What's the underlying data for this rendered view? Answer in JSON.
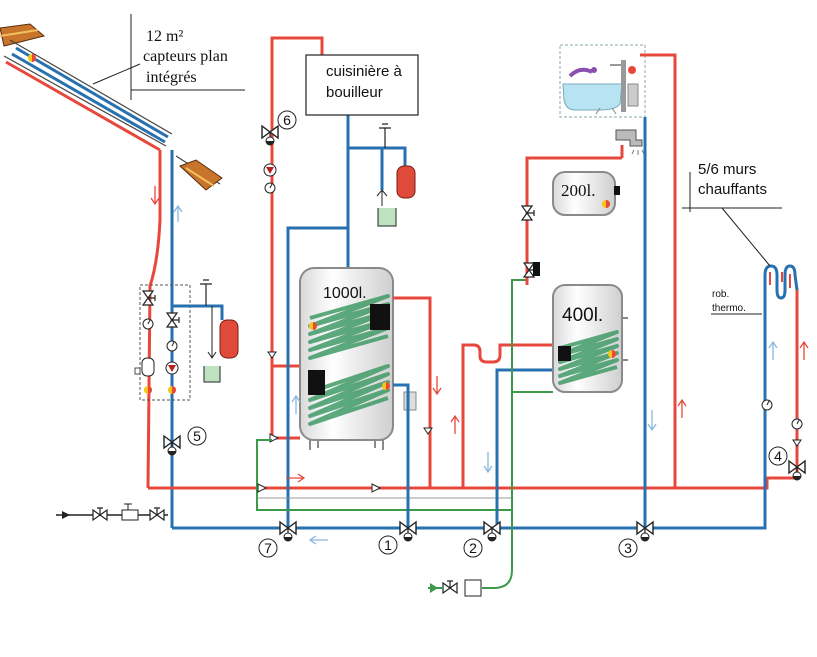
{
  "collector": {
    "area": "12 m²",
    "line1": "capteurs plan",
    "line2": "intégrés"
  },
  "stove": {
    "line1": "cuisinière à",
    "line2": "bouilleur"
  },
  "tanks": {
    "t1000": "1000l.",
    "t400": "400l.",
    "t200": "200l."
  },
  "walls": {
    "line1": "5/6 murs",
    "line2": "chauffants"
  },
  "sensor": {
    "line1": "rob.",
    "line2": "thermo."
  },
  "valve_labels": {
    "v1": "1",
    "v2": "2",
    "v3": "3",
    "v4": "4",
    "v5": "5",
    "v6": "6",
    "v7": "7"
  },
  "colors": {
    "hot": "#e8483c",
    "cold": "#2771b0",
    "green": "#3d9a4a",
    "vessel": "#e04a3a",
    "coil": "#3f9a66"
  }
}
